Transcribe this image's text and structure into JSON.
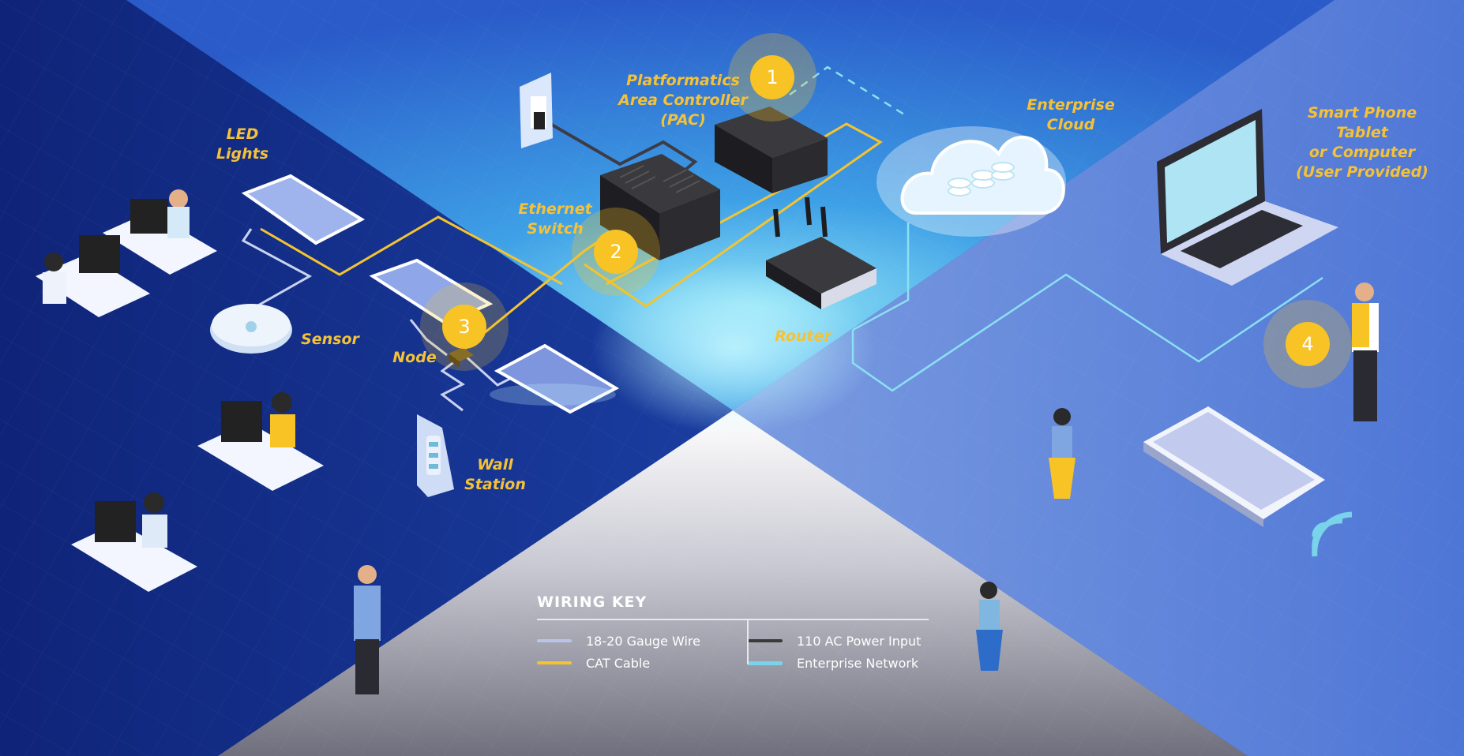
{
  "theme": {
    "accent": "#f7c325",
    "label_color": "#f5c237",
    "wire_gauge": "#b9c4e6",
    "wire_cat": "#f4c430",
    "wire_power": "#3a3a3a",
    "wire_network": "#79d3ea"
  },
  "labels": {
    "led_lights": [
      "LED",
      "Lights"
    ],
    "sensor": [
      "Sensor"
    ],
    "node": [
      "Node"
    ],
    "wall_station": [
      "Wall",
      "Station"
    ],
    "ethernet_switch": [
      "Ethernet",
      "Switch"
    ],
    "pac": [
      "Platformatics",
      "Area Controller",
      "(PAC)"
    ],
    "router": [
      "Router"
    ],
    "enterprise_cloud": [
      "Enterprise",
      "Cloud"
    ],
    "user_devices": [
      "Smart Phone",
      "Tablet",
      "or Computer",
      "(User Provided)"
    ]
  },
  "badges": [
    "1",
    "2",
    "3",
    "4"
  ],
  "wiring_key": {
    "title": "WIRING KEY",
    "items": [
      {
        "label": "18-20 Gauge Wire",
        "style": "solid",
        "color": "#b9c4e6"
      },
      {
        "label": "CAT Cable",
        "style": "solid",
        "color": "#f4c430"
      },
      {
        "label": "110 AC Power Input",
        "style": "solid",
        "color": "#3a3a3a"
      },
      {
        "label": "Enterprise Network",
        "style": "double-dotted",
        "color": "#79d3ea"
      }
    ]
  }
}
